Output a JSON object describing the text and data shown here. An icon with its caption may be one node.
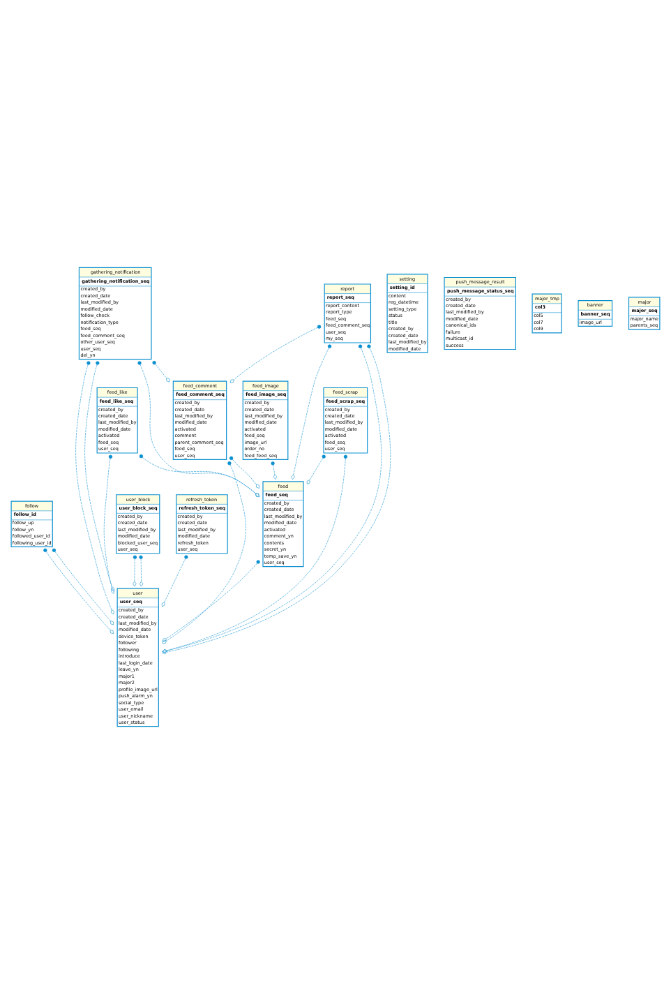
{
  "diagram": {
    "nodes": [
      {
        "text": [
          "follow",
          "follow_id",
          "follow_up",
          "follow_yn",
          "followed_user_id",
          "following_user_id"
        ]
      },
      {
        "text": [
          "gathering_notification",
          "gathering_notification_seq",
          "created_by",
          "created_date",
          "last_modified_by",
          "modified_date",
          "follow_check",
          "notification_type",
          "feed_seq",
          "feed_comment_seq",
          "other_user_seq",
          "user_seq",
          "del_yn"
        ]
      },
      {
        "text": [
          "feed_comment",
          "feed_comment_seq",
          "created_by",
          "created_date",
          "last_modified_by",
          "modified_date",
          "activated",
          "comment",
          "parent_comment_seq",
          "feed_seq",
          "user_seq"
        ]
      },
      {
        "text": [
          "user_block",
          "user_block_seq",
          "created_by",
          "created_date",
          "last_modified_by",
          "modified_date",
          "blocked_user_seq",
          "user_seq"
        ]
      },
      {
        "text": [
          "user",
          "user_seq",
          "created_by",
          "created_date",
          "last_modified_by",
          "modified_date",
          "device_token",
          "follower",
          "following",
          "introduce",
          "last_login_date",
          "leave_yn",
          "major1",
          "major2",
          "profile_image_url",
          "push_alarm_yn",
          "social_type",
          "user_email",
          "user_nickname",
          "user_status"
        ]
      },
      {
        "text": [
          "refresh_token",
          "refresh_token_seq",
          "created_by",
          "created_date",
          "last_modified_by",
          "modified_date",
          "refresh_token",
          "user_seq"
        ]
      },
      {
        "text": [
          "feed_like",
          "feed_like_seq",
          "created_by",
          "created_date",
          "last_modified_by",
          "modified_date",
          "activated",
          "feed_seq",
          "user_seq"
        ]
      },
      {
        "text": [
          "feed",
          "feed_seq",
          "created_by",
          "created_date",
          "last_modified_by",
          "modified_date",
          "activated",
          "comment_yn",
          "contents",
          "secret_yn",
          "temp_save_yn",
          "user_seq"
        ]
      },
      {
        "text": [
          "feed_image",
          "feed_image_seq",
          "created_by",
          "created_date",
          "last_modified_by",
          "modified_date",
          "activated",
          "feed_seq",
          "image_url",
          "order_no",
          "feed_feed_seq"
        ]
      },
      {
        "text": [
          "report",
          "report_seq",
          "report_content",
          "report_type",
          "feed_seq",
          "feed_comment_seq",
          "user_seq",
          "my_seq"
        ]
      },
      {
        "text": [
          "feed_scrap",
          "feed_scrap_seq",
          "created_by",
          "created_date",
          "last_modified_by",
          "modified_date",
          "activated",
          "feed_seq",
          "user_seq"
        ]
      },
      {
        "text": [
          "setting",
          "setting_id",
          "content",
          "reg_datetime",
          "setting_type",
          "status",
          "title",
          "created_by",
          "created_date",
          "last_modified_by",
          "modified_date"
        ]
      },
      {
        "text": [
          "push_message_result",
          "push_message_status_seq",
          "created_by",
          "created_date",
          "last_modified_by",
          "modified_date",
          "canonical_ids",
          "failure",
          "multicast_id",
          "success"
        ]
      },
      {
        "text": [
          "major_tmp",
          "col3",
          "col5",
          "col7",
          "col9"
        ]
      },
      {
        "text": [
          "banner",
          "banner_seq",
          "image_url"
        ]
      },
      {
        "text": [
          "major",
          "major_seq",
          "major_name",
          "parents_seq"
        ]
      }
    ],
    "edges": [
      {
        "from": 0,
        "to": 4,
        "arrow": "other",
        "style": "dashed"
      },
      {
        "from": 0,
        "to": 4,
        "arrow": "other",
        "style": "dashed"
      },
      {
        "from": 1,
        "to": 4,
        "arrow": "other",
        "style": "dashed"
      },
      {
        "from": 1,
        "to": 4,
        "arrow": "other",
        "style": "dashed"
      },
      {
        "from": 1,
        "to": 2,
        "arrow": "other",
        "style": "dashed"
      },
      {
        "from": 1,
        "to": 7,
        "arrow": "other",
        "style": "dashed"
      },
      {
        "from": 2,
        "to": 4,
        "arrow": "other",
        "style": "dashed"
      },
      {
        "from": 2,
        "to": 7,
        "arrow": "other",
        "style": "dashed"
      },
      {
        "from": 3,
        "to": 4,
        "arrow": "other",
        "style": "dashed"
      },
      {
        "from": 3,
        "to": 4,
        "arrow": "other",
        "style": "dashed"
      },
      {
        "from": 5,
        "to": 4,
        "arrow": "other",
        "style": "dashed"
      },
      {
        "from": 6,
        "to": 4,
        "arrow": "other",
        "style": "dashed"
      },
      {
        "from": 6,
        "to": 7,
        "arrow": "other",
        "style": "dashed"
      },
      {
        "from": 7,
        "to": 4,
        "arrow": "other",
        "style": "dashed"
      },
      {
        "from": 8,
        "to": 7,
        "arrow": "other",
        "style": "dashed"
      },
      {
        "from": 9,
        "to": 2,
        "arrow": "other",
        "style": "dashed"
      },
      {
        "from": 9,
        "to": 7,
        "arrow": "other",
        "style": "dashed"
      },
      {
        "from": 9,
        "to": 4,
        "arrow": "other",
        "style": "dashed"
      },
      {
        "from": 9,
        "to": 4,
        "arrow": "other",
        "style": "dashed"
      },
      {
        "from": 10,
        "to": 7,
        "arrow": "other",
        "style": "dashed"
      },
      {
        "from": 10,
        "to": 4,
        "arrow": "other",
        "style": "dashed"
      }
    ]
  }
}
